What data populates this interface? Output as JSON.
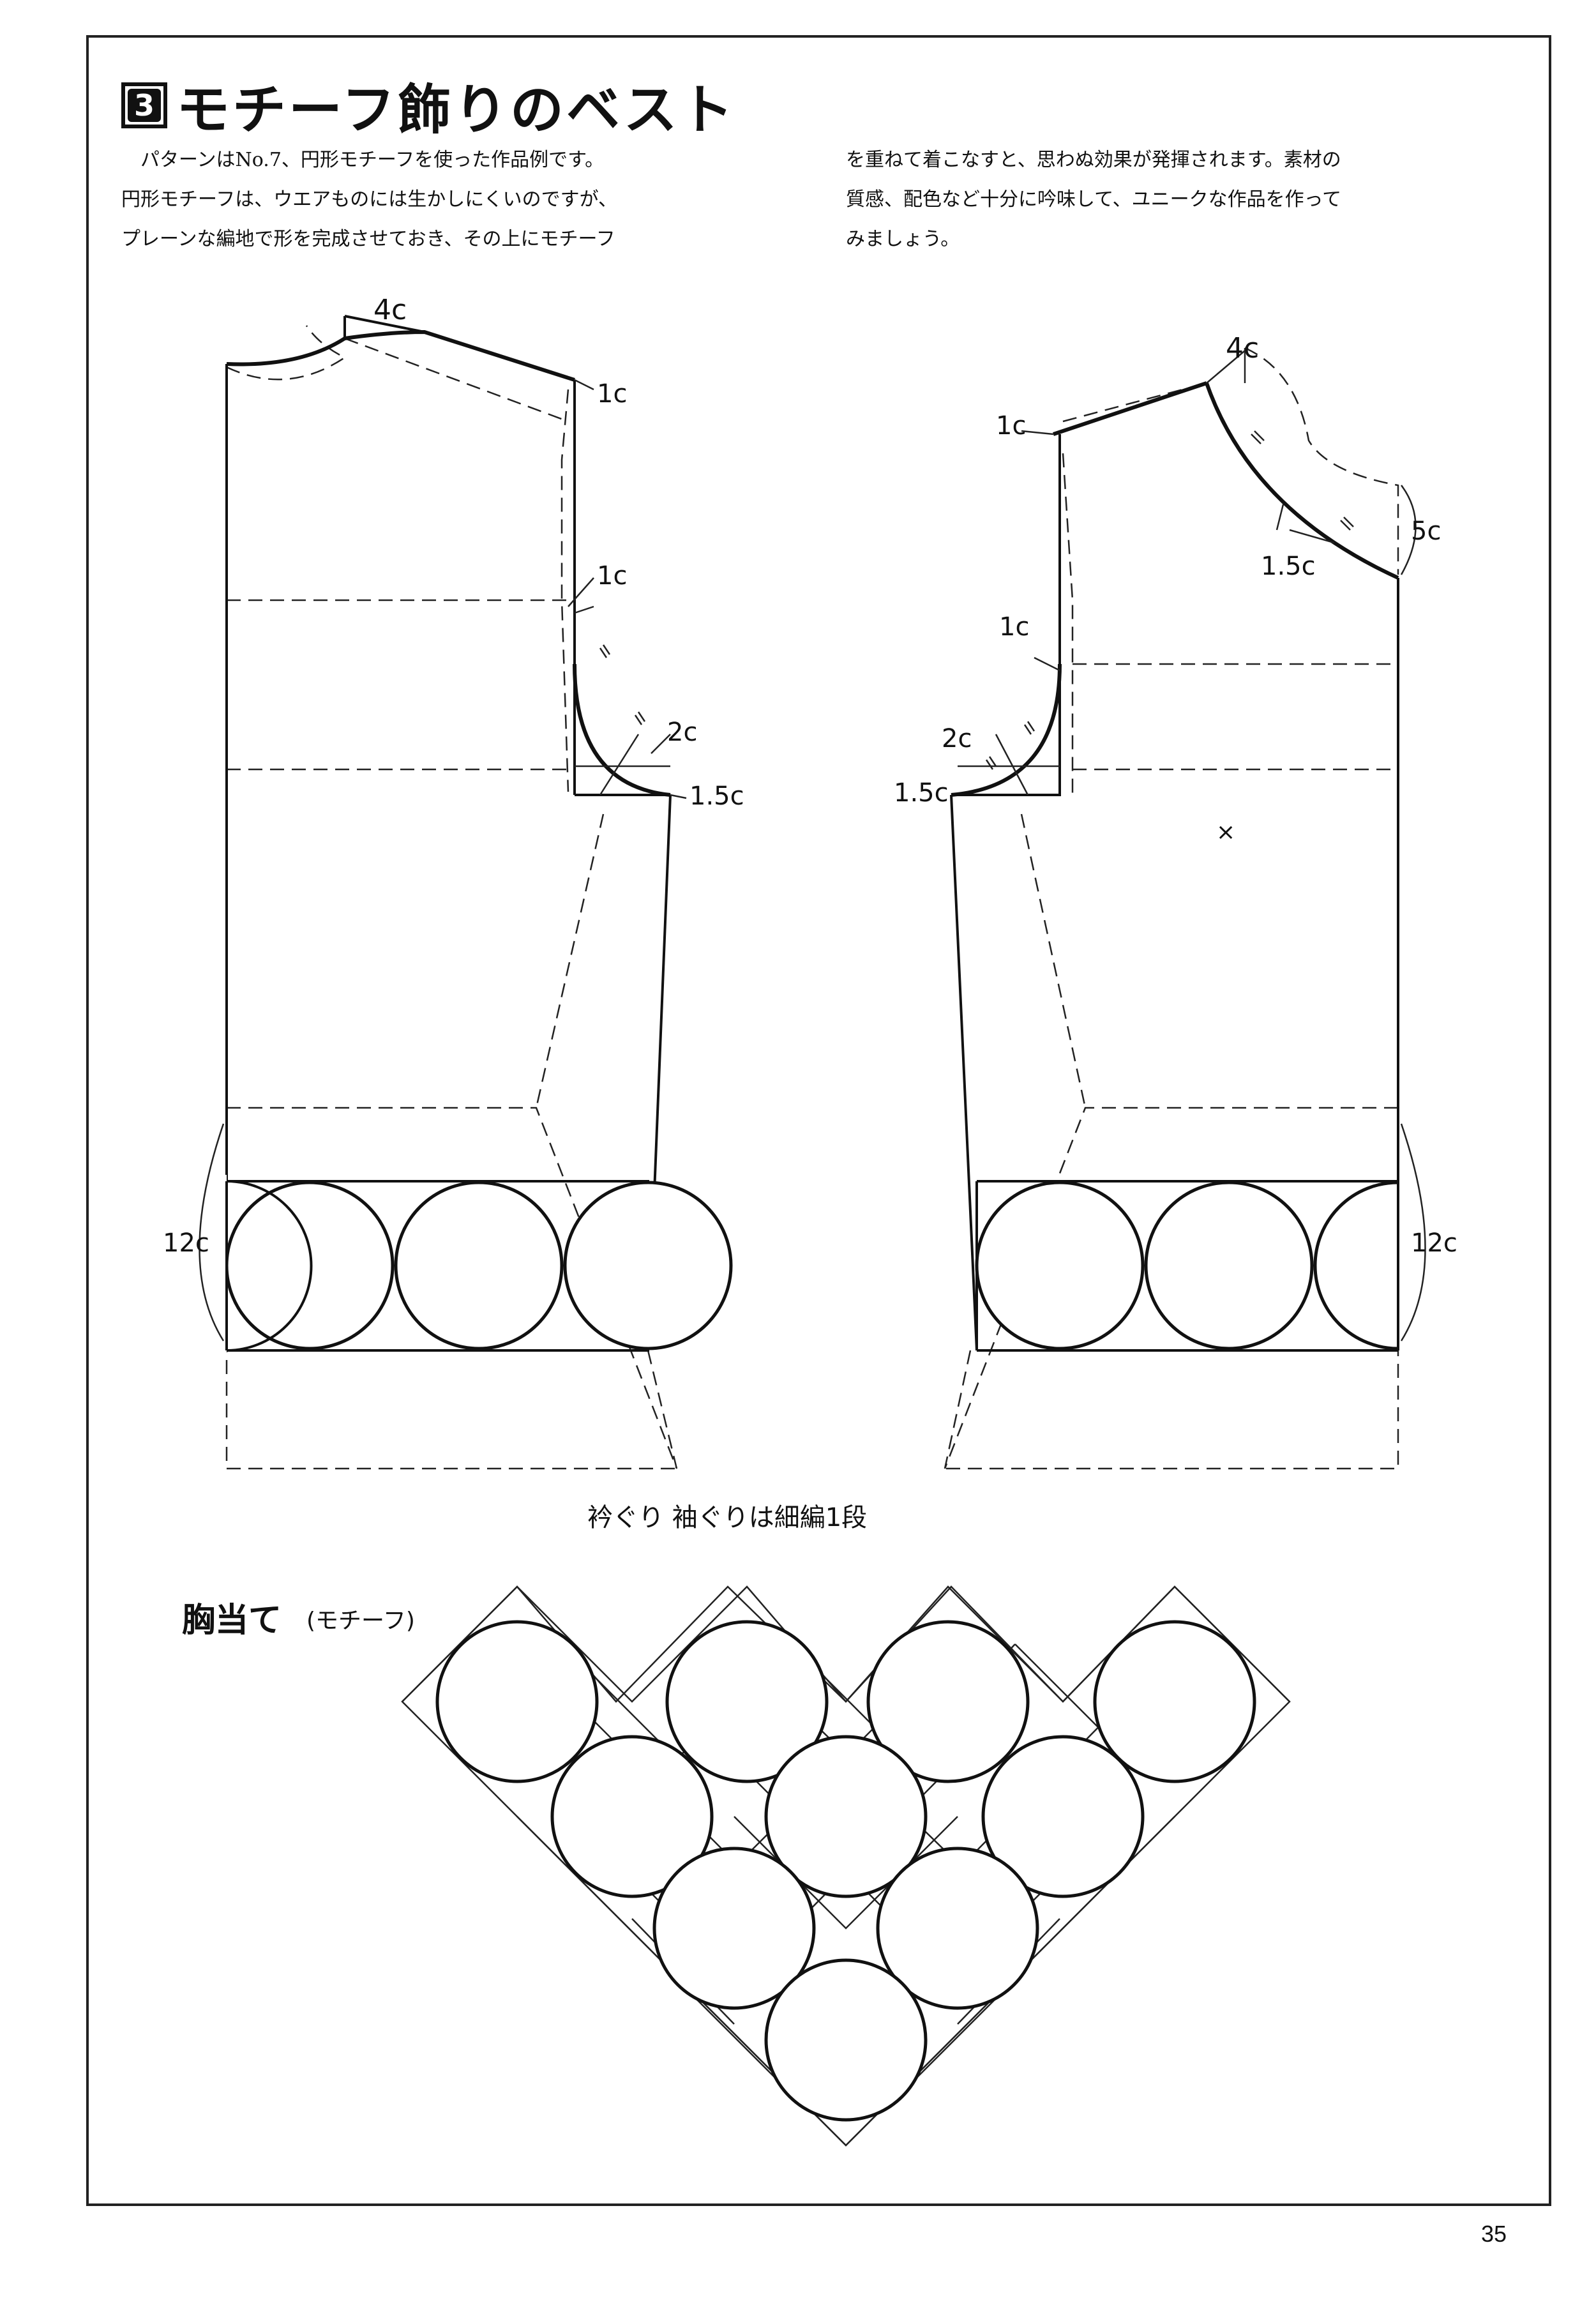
{
  "header": {
    "number": "3",
    "title": "モチーフ飾りのベスト"
  },
  "intro": {
    "left": "　パターンはNo.7、円形モチーフを使った作品例です。\n円形モチーフは、ウエアものには生かしにくいのですが、\nプレーンな編地で形を完成させておき、その上にモチーフ",
    "right": "を重ねて着こなすと、思わぬ効果が発揮されます。素材の\n質感、配色など十分に吟味して、ユニークな作品を作って\nみましょう。"
  },
  "pattern": {
    "left_piece": {
      "shoulder_neck": "4c",
      "shoulder_drop": "1c",
      "armhole_top": "1c",
      "armhole_mid": "2c",
      "armhole_bottom": "1.5c",
      "hem_band": "12c"
    },
    "right_piece": {
      "shoulder_neck": "4c",
      "shoulder_drop": "1c",
      "neck_curve": "1.5c",
      "neck_depth": "5c",
      "armhole_top": "1c",
      "armhole_mid": "2c",
      "armhole_bottom": "1.5c",
      "hem_band": "12c",
      "center_mark": "×"
    },
    "note": "衿ぐり 袖ぐりは細編1段"
  },
  "bib": {
    "title": "胸当て",
    "subtitle": "(モチーフ)",
    "rows": [
      4,
      3,
      2,
      1
    ]
  },
  "page_number": "35"
}
